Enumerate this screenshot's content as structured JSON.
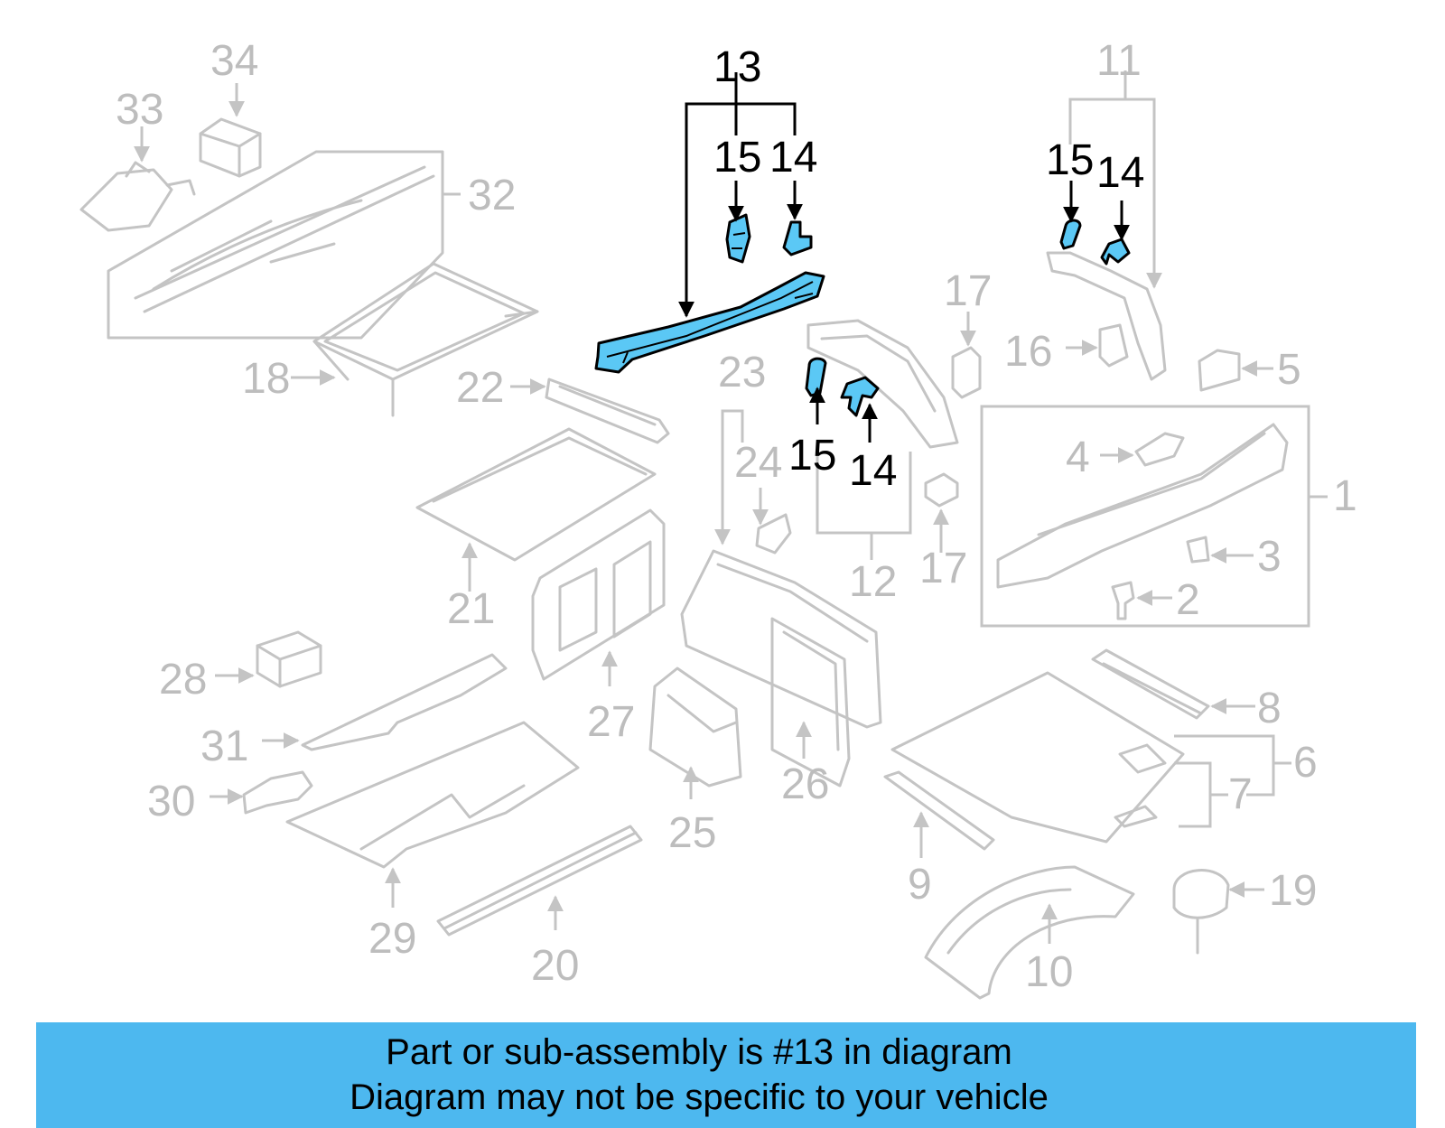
{
  "callouts": [
    {
      "id": "c1",
      "text": "1"
    },
    {
      "id": "c2",
      "text": "2"
    },
    {
      "id": "c3",
      "text": "3"
    },
    {
      "id": "c4",
      "text": "4"
    },
    {
      "id": "c5",
      "text": "5"
    },
    {
      "id": "c6",
      "text": "6"
    },
    {
      "id": "c7",
      "text": "7"
    },
    {
      "id": "c8",
      "text": "8"
    },
    {
      "id": "c9",
      "text": "9"
    },
    {
      "id": "c10",
      "text": "10"
    },
    {
      "id": "c11",
      "text": "11"
    },
    {
      "id": "c12",
      "text": "12"
    },
    {
      "id": "c13",
      "text": "13"
    },
    {
      "id": "c14a",
      "text": "14"
    },
    {
      "id": "c14b",
      "text": "14"
    },
    {
      "id": "c14c",
      "text": "14"
    },
    {
      "id": "c15a",
      "text": "15"
    },
    {
      "id": "c15b",
      "text": "15"
    },
    {
      "id": "c15c",
      "text": "15"
    },
    {
      "id": "c16",
      "text": "16"
    },
    {
      "id": "c17a",
      "text": "17"
    },
    {
      "id": "c17b",
      "text": "17"
    },
    {
      "id": "c18",
      "text": "18"
    },
    {
      "id": "c19",
      "text": "19"
    },
    {
      "id": "c20",
      "text": "20"
    },
    {
      "id": "c21",
      "text": "21"
    },
    {
      "id": "c22",
      "text": "22"
    },
    {
      "id": "c23",
      "text": "23"
    },
    {
      "id": "c24",
      "text": "24"
    },
    {
      "id": "c25",
      "text": "25"
    },
    {
      "id": "c26",
      "text": "26"
    },
    {
      "id": "c27",
      "text": "27"
    },
    {
      "id": "c28",
      "text": "28"
    },
    {
      "id": "c29",
      "text": "29"
    },
    {
      "id": "c30",
      "text": "30"
    },
    {
      "id": "c31",
      "text": "31"
    },
    {
      "id": "c32",
      "text": "32"
    },
    {
      "id": "c33",
      "text": "33"
    },
    {
      "id": "c34",
      "text": "34"
    }
  ],
  "highlight": {
    "part_number": "13",
    "color": "#5bc8f5",
    "banner_color": "#4db8ef"
  },
  "banner": {
    "line1": "Part or sub-assembly is #13 in diagram",
    "line2": "Diagram may not be specific to your vehicle"
  }
}
